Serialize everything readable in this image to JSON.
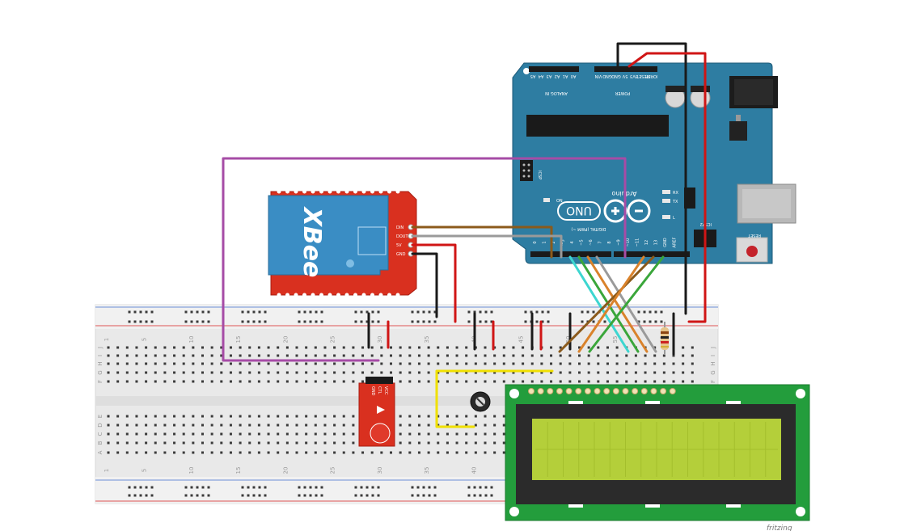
{
  "arduino": {
    "model": "UNO",
    "brand": "Arduino",
    "analog_header": [
      "A5",
      "A4",
      "A3",
      "A2",
      "A1",
      "A0"
    ],
    "analog_title": "ANALOG IN",
    "power_header": [
      "VIN",
      "GND",
      "GND",
      "5V",
      "3V3",
      "RESET",
      "IOREF"
    ],
    "power_title": "POWER",
    "icsp_label": "ICSP",
    "icsp2_label": "ICSP2",
    "on_label": "ON",
    "tx_label": "TX",
    "rx_label": "RX",
    "l_label": "L",
    "reset_label": "RESET",
    "digital_title": "DIGITAL (PWM ~)",
    "digital_pins": [
      "0",
      "1",
      "2",
      "~3",
      "4",
      "~5",
      "~6",
      "7",
      "8",
      "~9",
      "~10",
      "~11",
      "12",
      "13",
      "GND",
      "AREF"
    ]
  },
  "xbee": {
    "logo": "XBee",
    "pin_labels": [
      "DIN",
      "DOUT",
      "5V",
      "GND"
    ]
  },
  "breadboard": {
    "column_numbers": [
      "1",
      "5",
      "10",
      "15",
      "20",
      "25",
      "30",
      "35",
      "40",
      "45",
      "50",
      "55",
      "60"
    ],
    "row_letters_top": [
      "J",
      "I",
      "H",
      "G",
      "F"
    ],
    "row_letters_bottom": [
      "E",
      "D",
      "C",
      "B",
      "A"
    ]
  },
  "sensor_module": {
    "pins": [
      "VCC",
      "CTL",
      "GND"
    ]
  },
  "footer_text": "fritzing",
  "colors": {
    "arduino_blue": "#2e7da2",
    "xbee_board": "#d9301f",
    "xbee_chip": "#3a8dc4",
    "lcd_pcb": "#239d3c",
    "lcd_screen": "#b4cf3a",
    "wire_purple": "#a64ca6",
    "wire_brown": "#8b5a1b",
    "wire_gray": "#9a9a9a",
    "wire_red": "#d01515",
    "wire_black": "#1a1a1a",
    "wire_yellow": "#f0e000",
    "wire_cyan": "#3dd6d0",
    "wire_green": "#3aa63a",
    "wire_orange": "#d9822b"
  }
}
